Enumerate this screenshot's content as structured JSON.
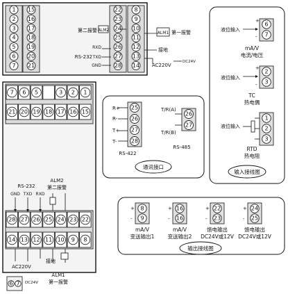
{
  "colors": {
    "line": "#111111",
    "device_fill": "#f4f4f4",
    "terminal_fill": "#ffffff",
    "panel_fill": "#e0e0e0",
    "terminal_border": "#222222"
  },
  "top_terminal_block": {
    "rows": [
      [
        "1",
        "15",
        "22",
        "8"
      ],
      [
        "2",
        "16",
        "23",
        "9"
      ],
      [
        "3",
        "17",
        "24",
        "10"
      ],
      [
        "4",
        "18",
        "25",
        "11"
      ],
      [
        "5",
        "19",
        "26",
        "12"
      ],
      [
        "6",
        "20",
        "27",
        "13"
      ],
      [
        "7",
        "21",
        "28",
        "14"
      ]
    ],
    "labels": {
      "alarm2": "第二报警",
      "alm2": "ALM2",
      "alm1": "ALM1",
      "alarm1": "第一报警",
      "rs232": "RS-232",
      "rxd": "RXD",
      "txd": "TXD",
      "gnd": "GND",
      "ground": "接地",
      "ac220": "AC220V",
      "dc24": "DC24V"
    }
  },
  "side_terminal_block": {
    "top_row": [
      "7",
      "6",
      "5",
      "",
      "3",
      "2",
      "1"
    ],
    "second_row": [
      "21",
      "20",
      "19",
      "18",
      "17",
      "16",
      "15"
    ],
    "row3": [
      "28",
      "27",
      "26",
      "25",
      "24",
      "23",
      "22"
    ],
    "row4": [
      "14",
      "13",
      "12",
      "11",
      "10",
      "9",
      "8"
    ],
    "labels": {
      "rs232": "RS-232",
      "gnd": "GND",
      "txd": "TXD",
      "rxd": "RXD",
      "alm2": "ALM2",
      "alarm2": "第二报警",
      "ac220": "AC220V",
      "ground": "接地",
      "alm1": "ALM1",
      "alarm1": "第一报警",
      "dc24": "DC24V"
    },
    "bottom_terminals": [
      "6",
      "7"
    ]
  },
  "comm_interface": {
    "title": "通讯接口",
    "rs422": {
      "label": "RS-422",
      "terminals": [
        "25",
        "26",
        "27",
        "28"
      ],
      "pins": [
        "R+",
        "R-",
        "T+",
        "T-"
      ]
    },
    "rs485": {
      "label": "RS-485",
      "terminals": [
        "26",
        "27"
      ],
      "pins": [
        "T/R(A)",
        "T/R(B)"
      ]
    }
  },
  "input_wiring": {
    "title": "输入接线图",
    "ma_v": {
      "label": "液位输入",
      "terminals": [
        "6",
        "7"
      ],
      "caption_line1": "mA/V",
      "caption_line2": "电流/电压",
      "plus": "+",
      "minus": "-"
    },
    "tc": {
      "label": "液位输入",
      "terminals": [
        "2",
        "3"
      ],
      "caption_line1": "TC",
      "caption_line2": "热电偶",
      "plus": "+",
      "minus": "-"
    },
    "rtd": {
      "label": "液位输入",
      "terminals": [
        "1",
        "2",
        "3"
      ],
      "caption_line1": "RTD",
      "caption_line2": "热电阻"
    }
  },
  "output_wiring": {
    "title": "输出接线图",
    "groups": [
      {
        "terminals": [
          "8",
          "9"
        ],
        "line1": "mA/V",
        "line2": "变送输出1"
      },
      {
        "terminals": [
          "16",
          "16"
        ],
        "line1": "mA/V",
        "line2": "变送输出2"
      },
      {
        "terminals": [
          "22",
          "23"
        ],
        "line1": "馈电输出",
        "line2": "DC24V或12V"
      },
      {
        "terminals": [
          "24",
          "25"
        ],
        "line1": "馈电输出",
        "line2": "DC24V或12V"
      }
    ],
    "plus": "+",
    "minus": "-"
  }
}
